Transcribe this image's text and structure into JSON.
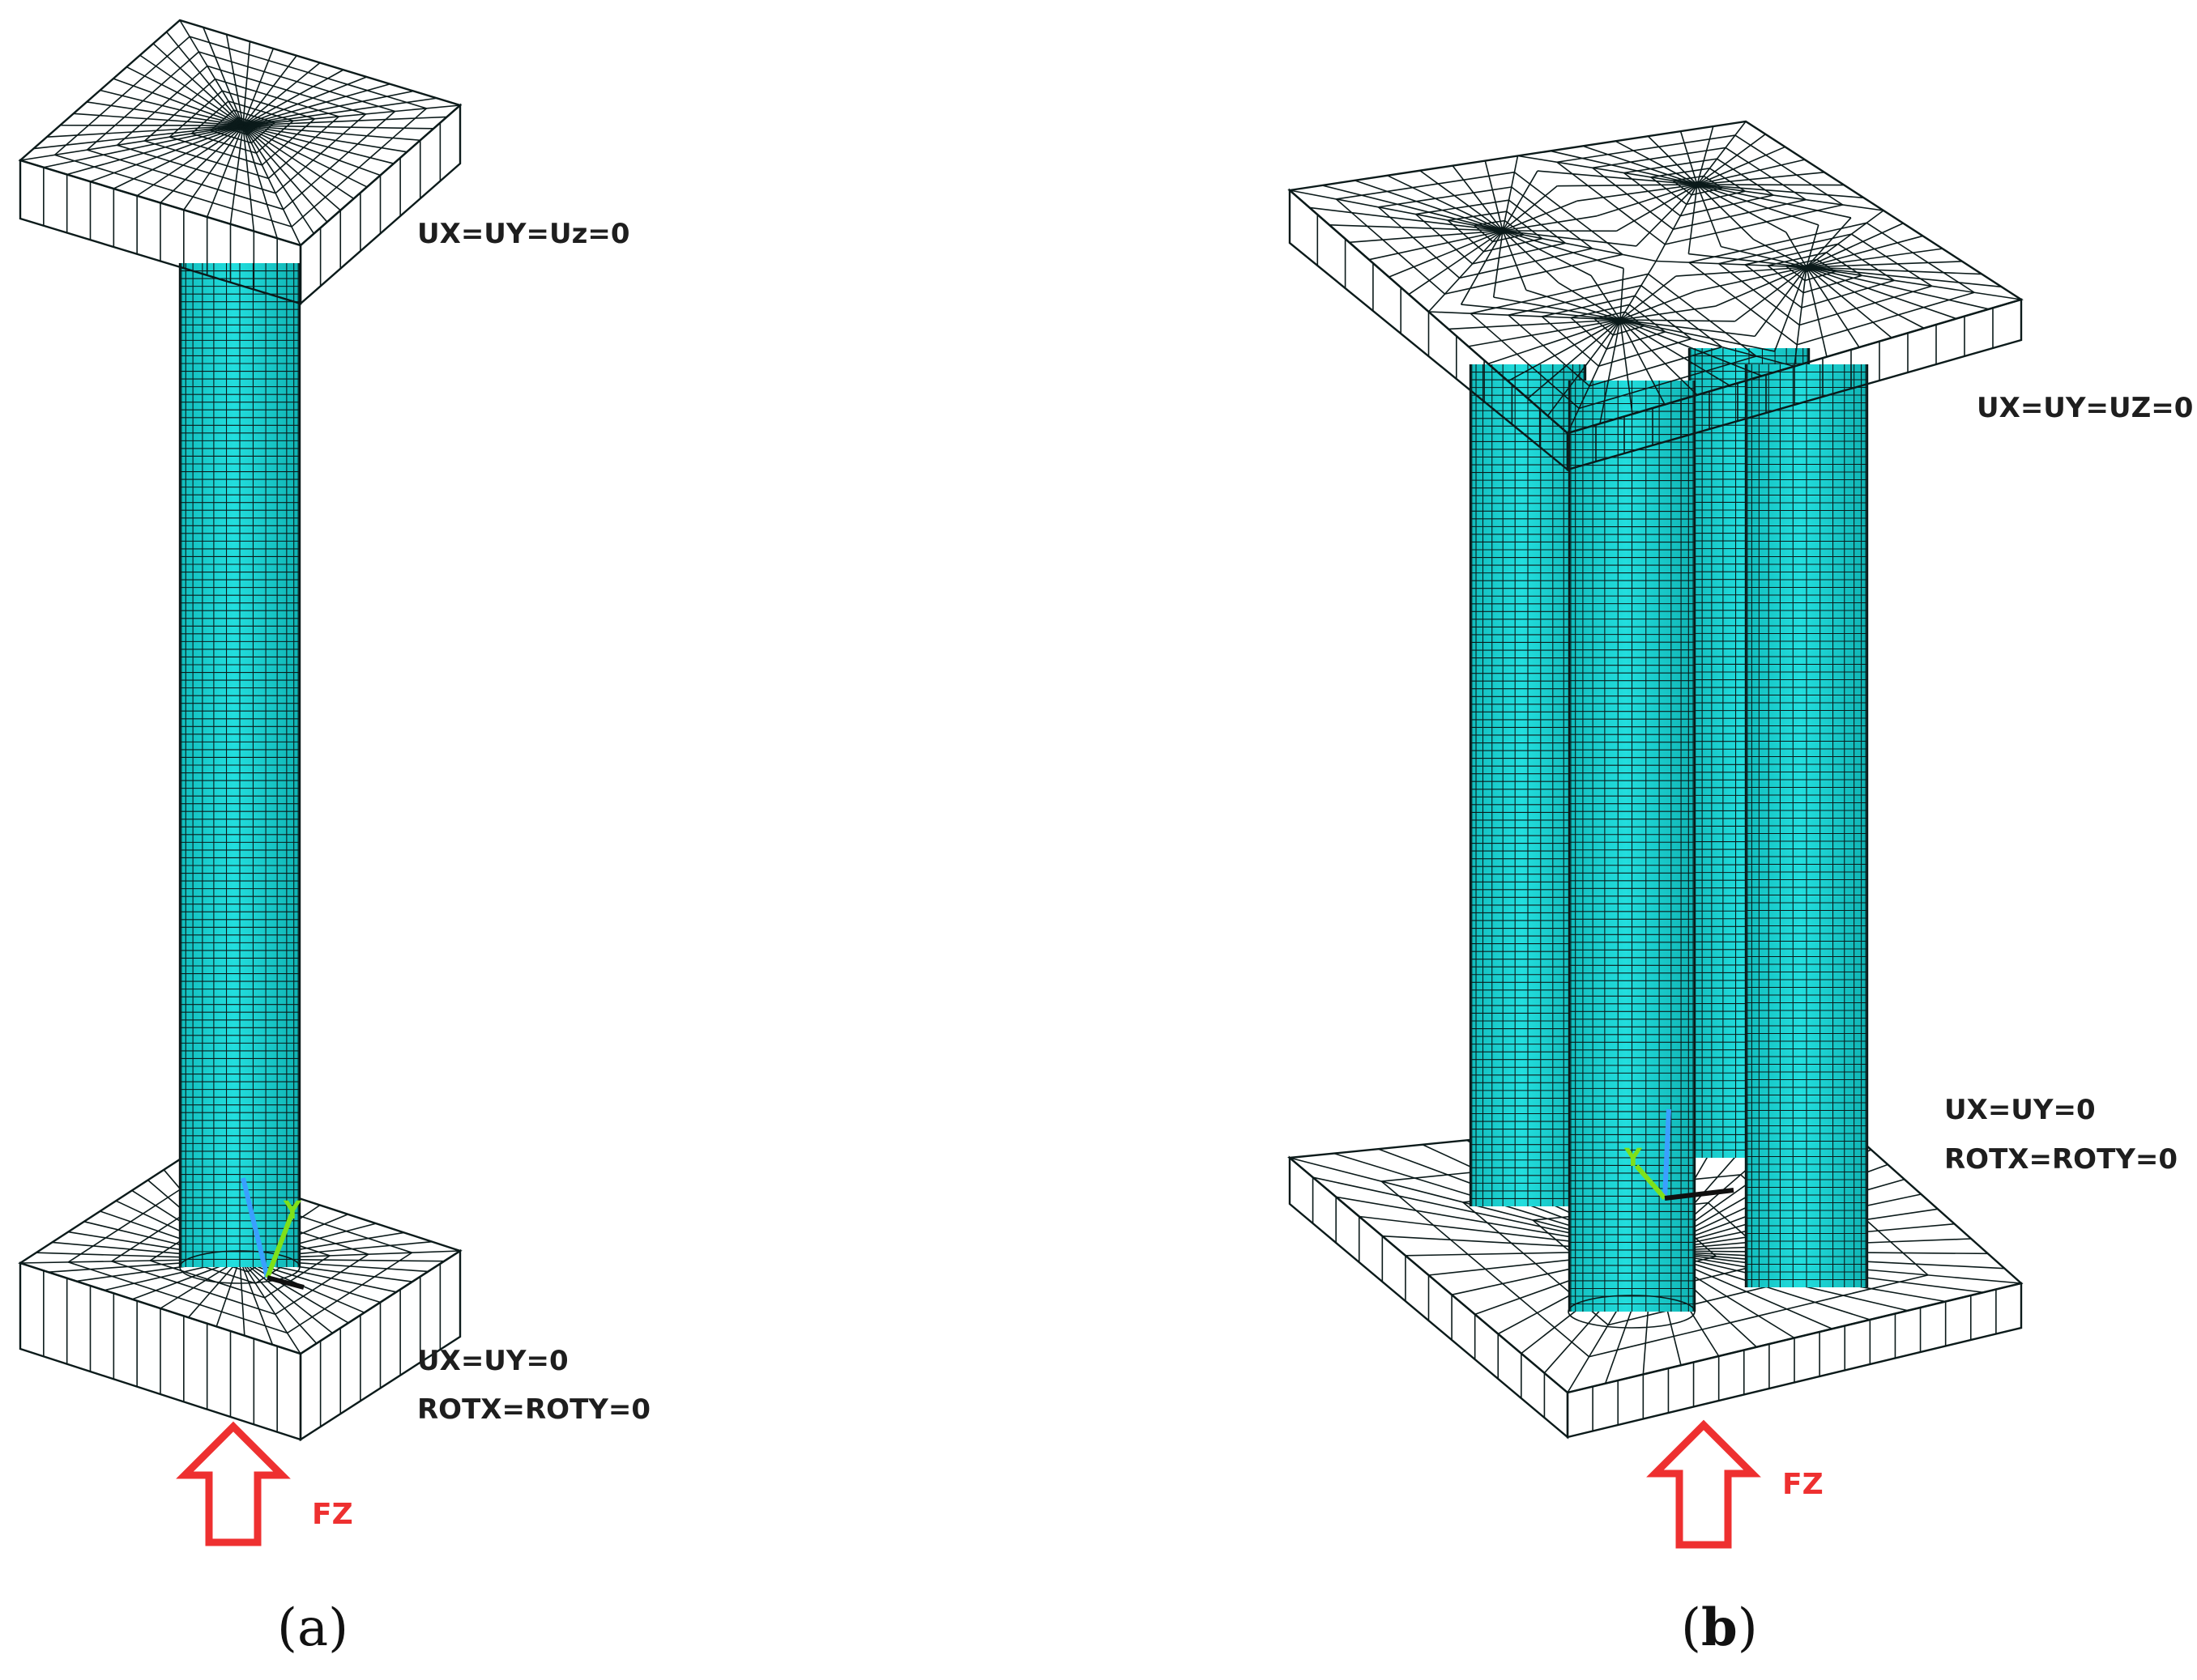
{
  "figure": {
    "colors": {
      "mesh_face": "#19d3d3",
      "mesh_face_side": "#15c4c4",
      "mesh_line": "#0b1a1a",
      "force_arrow": "#ee3030",
      "bc_text": "#1e1e1e"
    },
    "panel_a": {
      "top_bc": "UX=UY=Uz=0",
      "bottom_bc_line1": "UX=UY=0",
      "bottom_bc_line2": "ROTX=ROTY=0",
      "force_label": "FZ",
      "caption_open": "(",
      "caption_letter": "a",
      "caption_close": ")",
      "axis_triad_label": "Y",
      "columns": 1
    },
    "panel_b": {
      "top_bc": "UX=UY=UZ=0",
      "bottom_bc_line1": "UX=UY=0",
      "bottom_bc_line2": "ROTX=ROTY=0",
      "force_label": "FZ",
      "caption_open": "(",
      "caption_letter": "b",
      "caption_close": ")",
      "axis_triad_label": "Y",
      "columns": 4
    }
  }
}
